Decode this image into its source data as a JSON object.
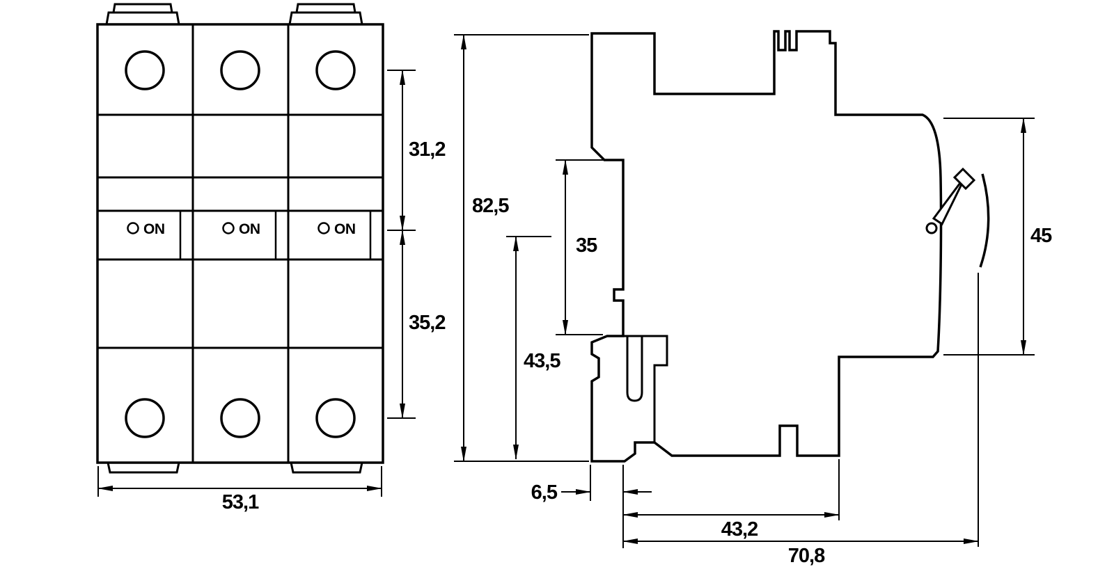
{
  "colors": {
    "line": "#000000",
    "background": "#ffffff"
  },
  "front_view": {
    "poles": [
      {
        "indicator_label": "ON"
      },
      {
        "indicator_label": "ON"
      },
      {
        "indicator_label": "ON"
      }
    ],
    "dims": {
      "upper_span": "31,2",
      "lower_span": "35,2",
      "width": "53,1"
    }
  },
  "side_view": {
    "dims": {
      "total_height": "82,5",
      "rear_recess_height": "35",
      "lower_height": "43,5",
      "front_height": "45",
      "foot_width": "6,5",
      "body_depth": "43,2",
      "overall_depth": "70,8"
    }
  }
}
